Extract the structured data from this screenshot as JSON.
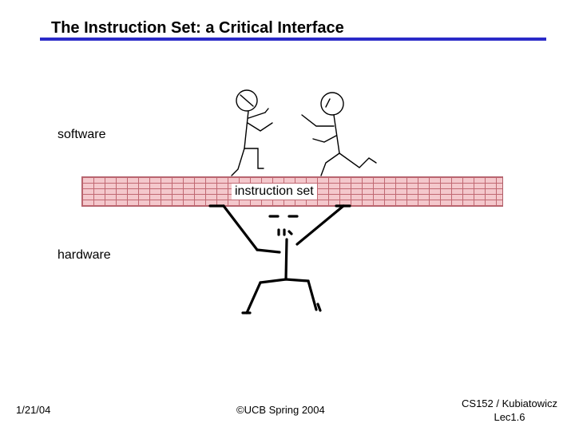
{
  "slide": {
    "title": "The Instruction Set: a Critical Interface",
    "labels": {
      "software": "software",
      "hardware": "hardware",
      "wall": "instruction set"
    },
    "footer": {
      "date": "1/21/04",
      "copyright": "©UCB Spring 2004",
      "course_line1": "CS152 / Kubiatowicz",
      "course_line2": "Lec1.6"
    }
  },
  "colors": {
    "title_rule": "#2a2ac8",
    "brick_fill": "#f4c8cc",
    "brick_mortar": "#c06872"
  }
}
